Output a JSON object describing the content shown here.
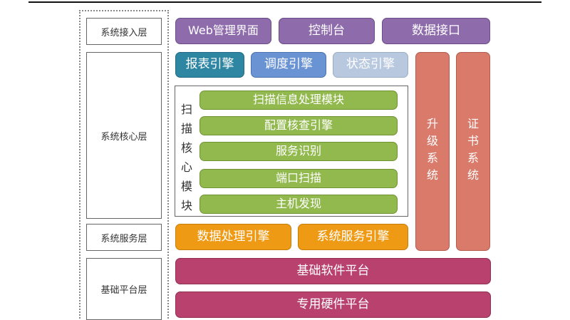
{
  "layers": {
    "access": "系统接入层",
    "core": "系统核心层",
    "service": "系统服务层",
    "platform": "基础平台层"
  },
  "access_row": {
    "web_admin": "Web管理界面",
    "console": "控制台",
    "data_interface": "数据接口"
  },
  "engines": {
    "report": "报表引擎",
    "schedule": "调度引擎",
    "status": "状态引擎"
  },
  "scan_core": {
    "label_chars": [
      "扫",
      "描",
      "核",
      "心",
      "模",
      "块"
    ],
    "modules": [
      "扫描信息处理模块",
      "配置核查引擎",
      "服务识别",
      "端口扫描",
      "主机发现"
    ]
  },
  "side_columns": {
    "upgrade_chars": [
      "升",
      "级",
      "系",
      "统"
    ],
    "cert_chars": [
      "证",
      "书",
      "系",
      "统"
    ]
  },
  "service_row": {
    "data_processing": "数据处理引擎",
    "system_service": "系统服务引擎"
  },
  "platform_row": {
    "base_software": "基础软件平台",
    "dedicated_hardware": "专用硬件平台"
  },
  "colors": {
    "purple": "#8e6bab",
    "teal": "#2f86a3",
    "blue": "#6a93d3",
    "light_blue": "#b8c9df",
    "green": "#92b94d",
    "orange": "#ef9a14",
    "salmon": "#d97a6b",
    "magenta": "#b8426d"
  }
}
